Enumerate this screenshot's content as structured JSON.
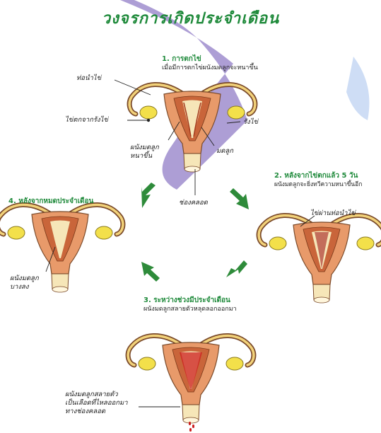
{
  "title": "วงจรการเกิดประจำเดือน",
  "stages": [
    {
      "heading": "1. การตกไข่",
      "description": "เมื่อมีการตกไข่ผนังมดลูกจะหนาขึ้น"
    },
    {
      "heading": "2. หลังจากไข่ตกแล้ว 5 วัน",
      "description": "ผนังมดลูกจะยิ่งทวีความหนาขึ้นอีก"
    },
    {
      "heading": "3. ระหว่างช่วงมีประจำเดือน",
      "description": "ผนังมดลูกสลายตัวหลุดลอกออกมา"
    },
    {
      "heading": "4. หลังจากหมดประจำเดือน",
      "description": ""
    }
  ],
  "labels": {
    "fallopian_tube": "ท่อนำไข่",
    "released_egg": "ไข่ตกจากรังไข่",
    "ovary": "รังไข่",
    "thick_wall_line1": "ผนังมดลูก",
    "thick_wall_line2": "หนาขึ้น",
    "uterus": "มดลูก",
    "vagina": "ช่องคลอด",
    "egg_in_tube": "ไข่ผ่านท่อนำไข่",
    "thin_wall_line1": "ผนังมดลูก",
    "thin_wall_line2": "บางลง",
    "shed_wall_line1": "ผนังมดลูกสลายตัว",
    "shed_wall_line2": "เป็นเลือดที่ไหลออกมา",
    "shed_wall_line3": "ทางช่องคลอด"
  },
  "colors": {
    "title_green": "#1f8a3b",
    "arrow_green": "#2e8b3a",
    "uterus_outer": "#e89a6a",
    "uterus_inner": "#c9653a",
    "ovary_yellow": "#f3e04a",
    "cervix_cream": "#f6e6b8",
    "blood_red": "#cc1f1f",
    "watermark_purple": "#6a4fb3"
  }
}
